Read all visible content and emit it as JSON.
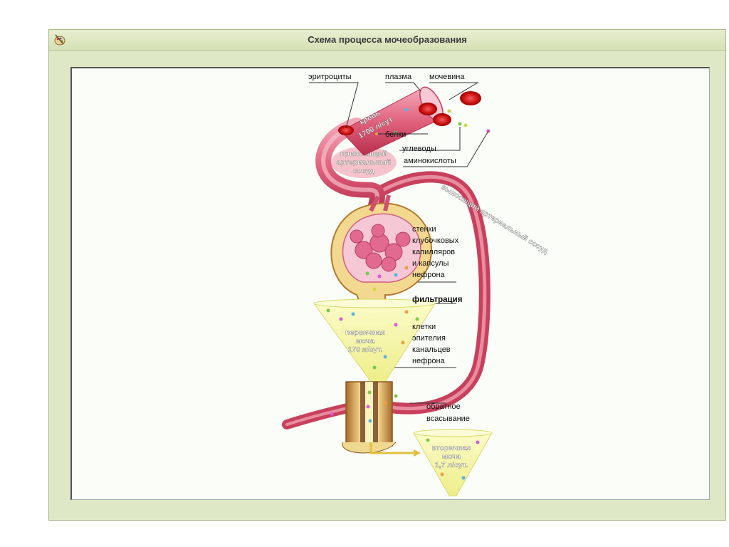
{
  "window": {
    "title": "Схема процесса мочеобразования"
  },
  "icons": {
    "app": "palette-icon"
  },
  "diagram": {
    "labels": {
      "erythrocytes": "эритроциты",
      "plasma": "плазма",
      "urea": "мочевина",
      "proteins": "белки",
      "carbohydrates": "углеводы",
      "amino_acids": "аминокислоты",
      "walls_line1": "стенки",
      "walls_line2": "клубочковых",
      "walls_line3": "капилляров",
      "walls_line4": "и капсулы",
      "walls_line5": "нефрона",
      "filtration": "фильтрация",
      "cells_line1": "клетки",
      "cells_line2": "эпителия",
      "cells_line3": "канальцев",
      "cells_line4": "нефрона",
      "reabsorption_line1": "обратное",
      "reabsorption_line2": "всасывание"
    },
    "inner": {
      "blood_line1": "кровь",
      "blood_line2": "1700 л/сут",
      "afferent_line1": "приносящий",
      "afferent_line2": "артериальный",
      "afferent_line3": "сосуд",
      "efferent": "выносящий артериальный сосуд",
      "primary_line1": "первичная",
      "primary_line2": "моча",
      "primary_line3": "170 л/сут.",
      "secondary_line1": "вторичная",
      "secondary_line2": "моча",
      "secondary_line3": "1,7 л/сут."
    }
  }
}
